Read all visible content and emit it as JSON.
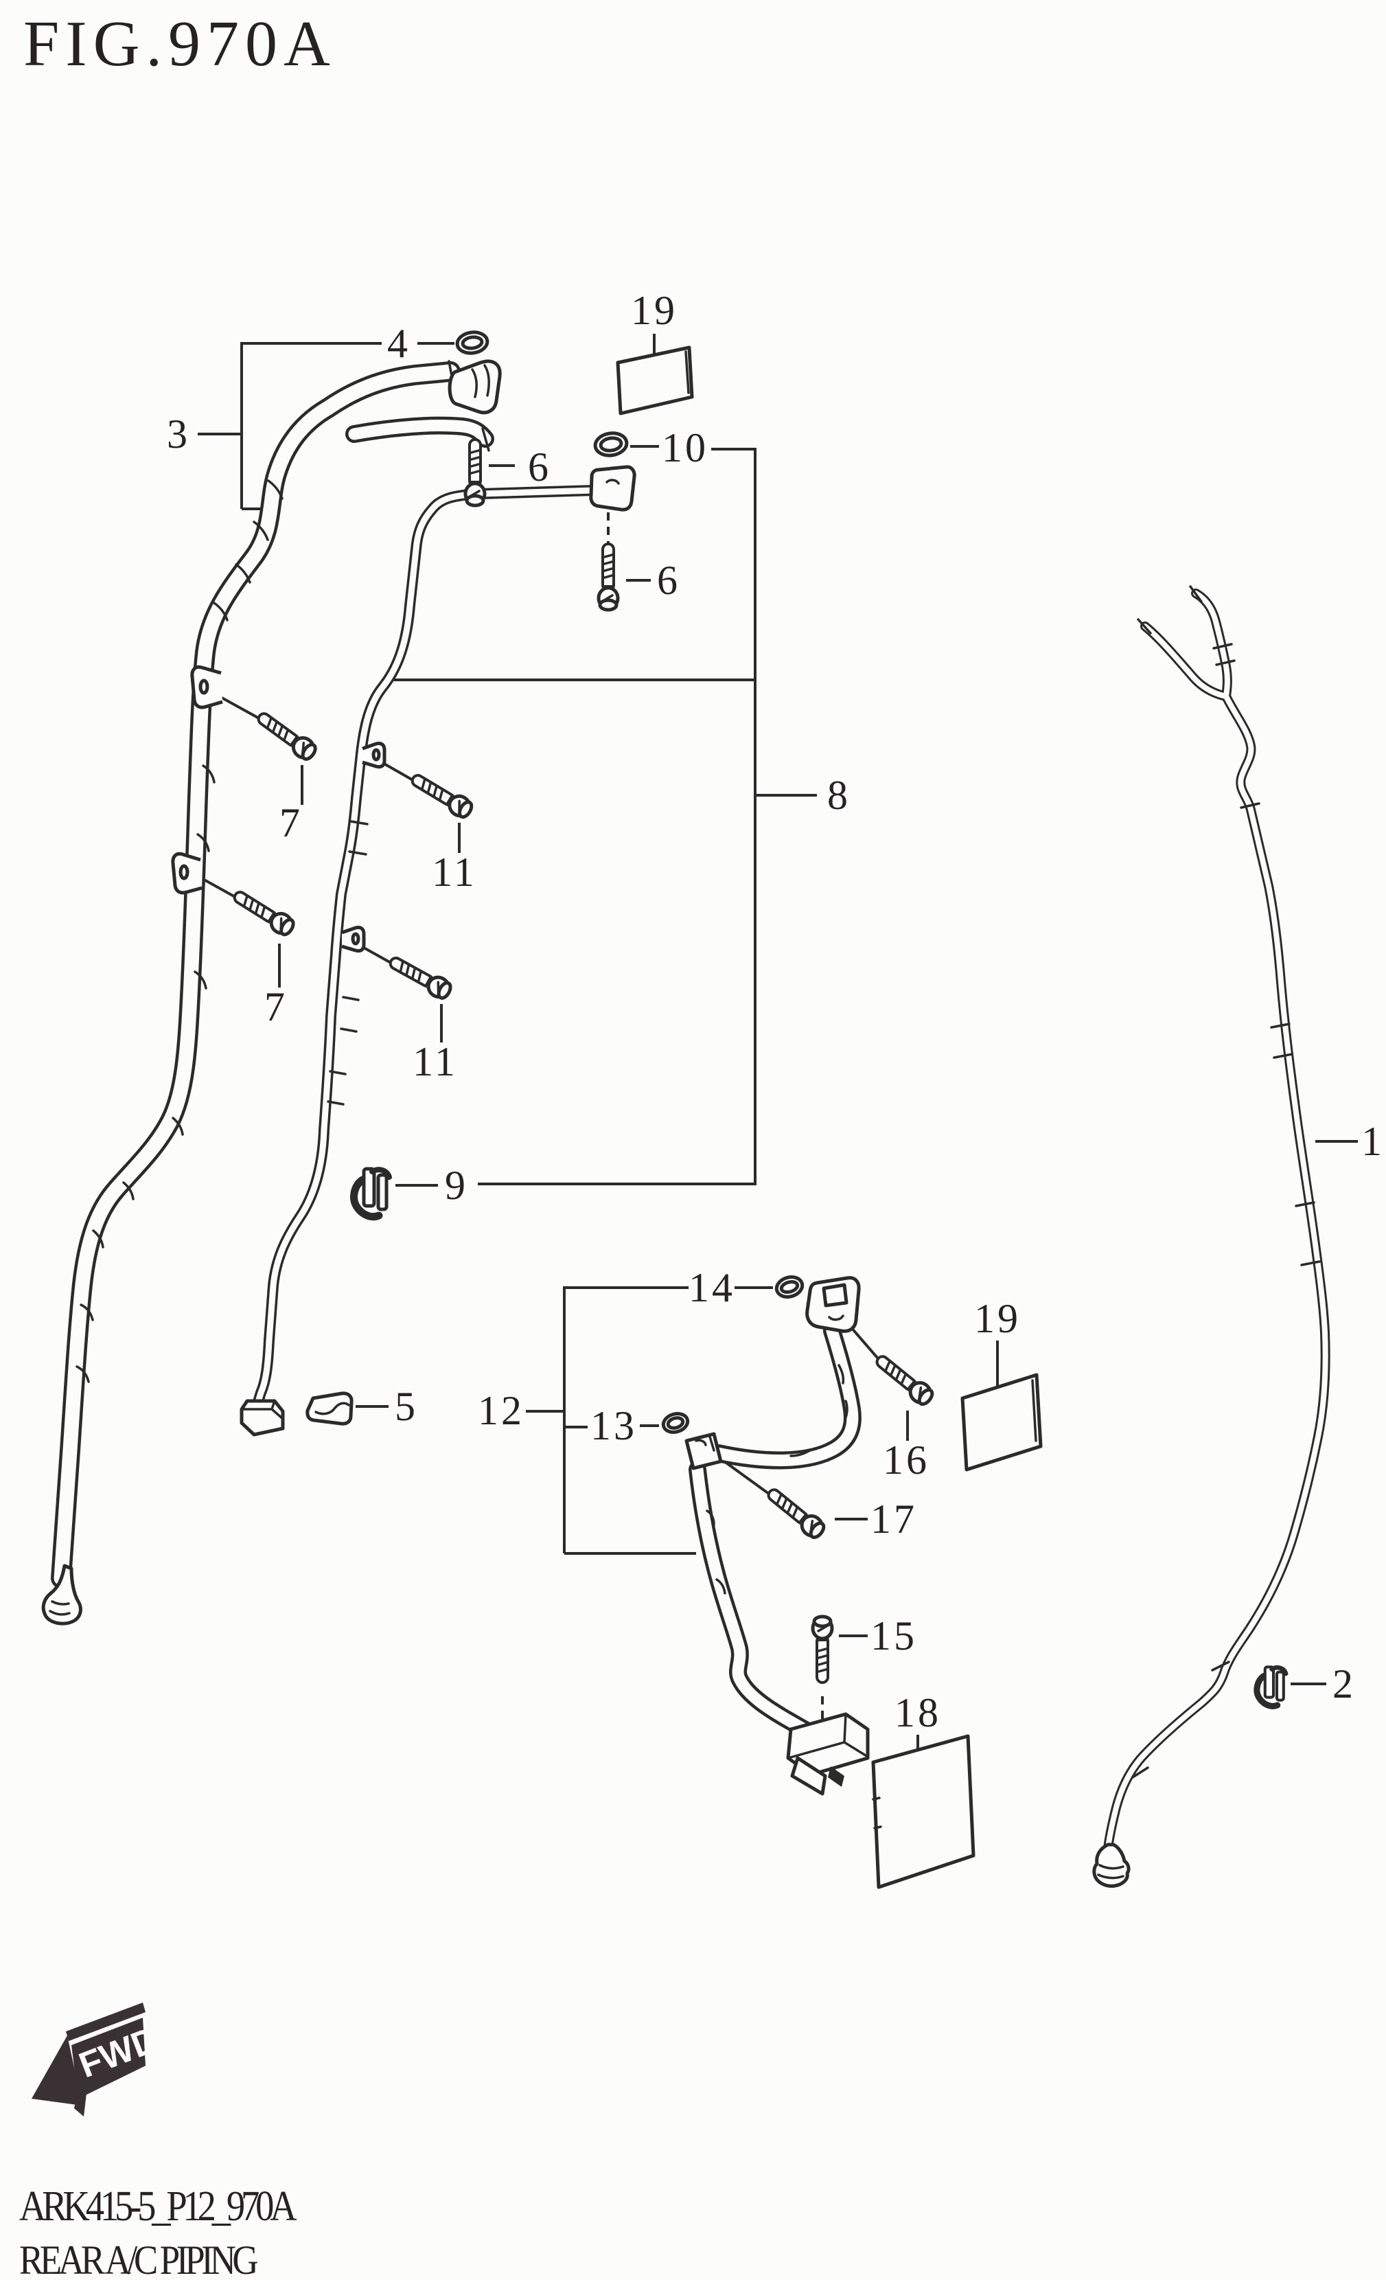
{
  "page": {
    "title": "FIG.970A",
    "footer_code": "ARK415-5_P12_970A",
    "footer_caption": "REAR A/C PIPING"
  },
  "fwd_marker": {
    "label": "FWD"
  },
  "colors": {
    "ink": "#2b2b2b",
    "paper": "#fcfcfb",
    "marker_fill": "#3a3134"
  },
  "callouts": [
    {
      "label": "3"
    },
    {
      "label": "4"
    },
    {
      "label": "19"
    },
    {
      "label": "6"
    },
    {
      "label": "10"
    },
    {
      "label": "6"
    },
    {
      "label": "8"
    },
    {
      "label": "7"
    },
    {
      "label": "11"
    },
    {
      "label": "7"
    },
    {
      "label": "11"
    },
    {
      "label": "9"
    },
    {
      "label": "1"
    },
    {
      "label": "14"
    },
    {
      "label": "19"
    },
    {
      "label": "5"
    },
    {
      "label": "12"
    },
    {
      "label": "13"
    },
    {
      "label": "16"
    },
    {
      "label": "17"
    },
    {
      "label": "15"
    },
    {
      "label": "18"
    },
    {
      "label": "2"
    }
  ]
}
